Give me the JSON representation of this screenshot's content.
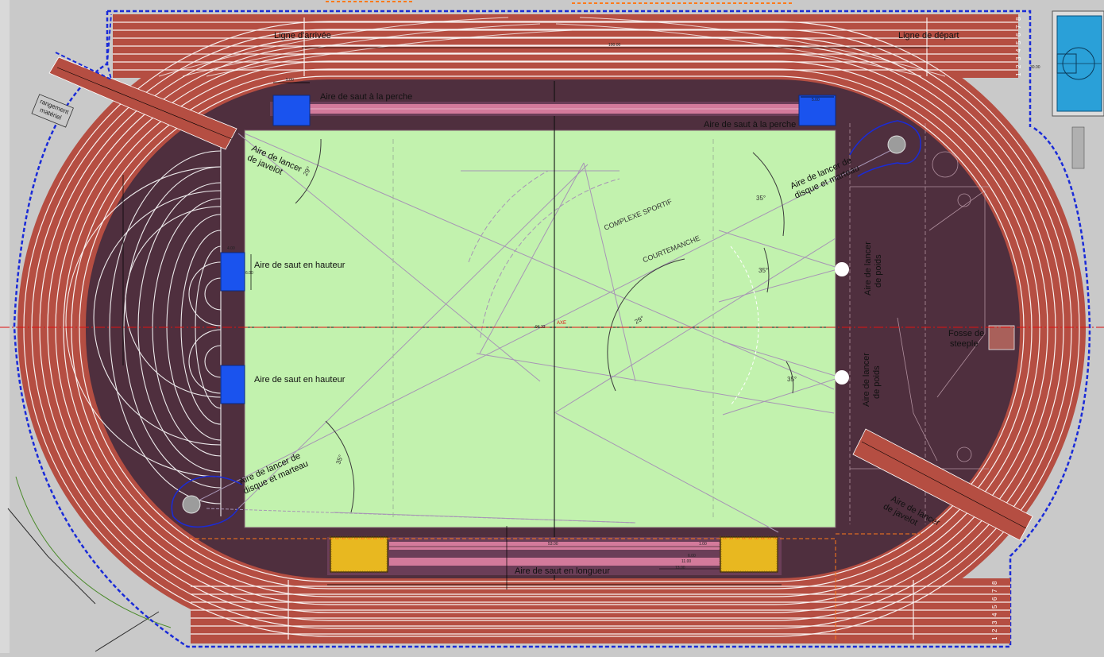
{
  "labels": {
    "finish_line": "Ligne d'arrivée",
    "start_line": "Ligne de départ",
    "pole_vault_1": "Aire de saut à la perche",
    "pole_vault_2": "Aire de saut à la perche",
    "javelin_1_l1": "Aire de lancer",
    "javelin_1_l2": "de javelot",
    "javelin_2_l1": "Aire de lancer",
    "javelin_2_l2": "de javelot",
    "discus_hammer_1_l1": "Aire de lancer de",
    "discus_hammer_1_l2": "disque et marteau",
    "discus_hammer_2_l1": "Aire de lancer de",
    "discus_hammer_2_l2": "disque et marteau",
    "high_jump_1": "Aire de saut en hauteur",
    "high_jump_2": "Aire de saut en hauteur",
    "shot_put_1_l1": "Aire de lancer",
    "shot_put_1_l2": "de poids",
    "shot_put_2_l1": "Aire de lancer",
    "shot_put_2_l2": "de poids",
    "steeple_l1": "Fosse de",
    "steeple_l2": "steeple",
    "long_jump": "Aire de saut en longueur",
    "storage_l1": "rangement",
    "storage_l2": "matériel",
    "complex_l1": "COMPLEXE SPORTIF",
    "complex_l2": "COURTEMANCHE",
    "axis": "AXE",
    "center_dim": "94.33"
  },
  "angles": {
    "javelin_left": "29°",
    "discus_top_right": "35°",
    "shot_upper": "35°",
    "shot_lower": "35°",
    "javelin_center": "29°",
    "discus_bottom_left": "35°"
  },
  "dimensions": {
    "straight_top": "100.00",
    "pole_width": "5.00",
    "pole_width_right": "5.00",
    "long_jump_run": "53.00",
    "long_jump_a": "11.00",
    "long_jump_b": "13.00",
    "long_jump_c": "6.00",
    "long_jump_d": "1.00",
    "high_jump_w": "4.00",
    "high_jump_h": "6.00",
    "court_dim": "30.00"
  },
  "lanes": {
    "top": [
      "1",
      "2",
      "3",
      "4",
      "5",
      "6",
      "7",
      "8"
    ],
    "bottom": [
      "1",
      "2",
      "3",
      "4",
      "5",
      "6",
      "7",
      "8"
    ]
  },
  "colors": {
    "background": "#c9c9c9",
    "track": "#b54e42",
    "infield_surface": "#4f2f3e",
    "grass": "#c2f2ae",
    "jump_mat": "#1a53ee",
    "runway": "#d37a9b",
    "sand_pit": "#e8b820",
    "fence": "#1a2bd8",
    "axis_line": "#e01010",
    "court": "#2aa0d8"
  }
}
